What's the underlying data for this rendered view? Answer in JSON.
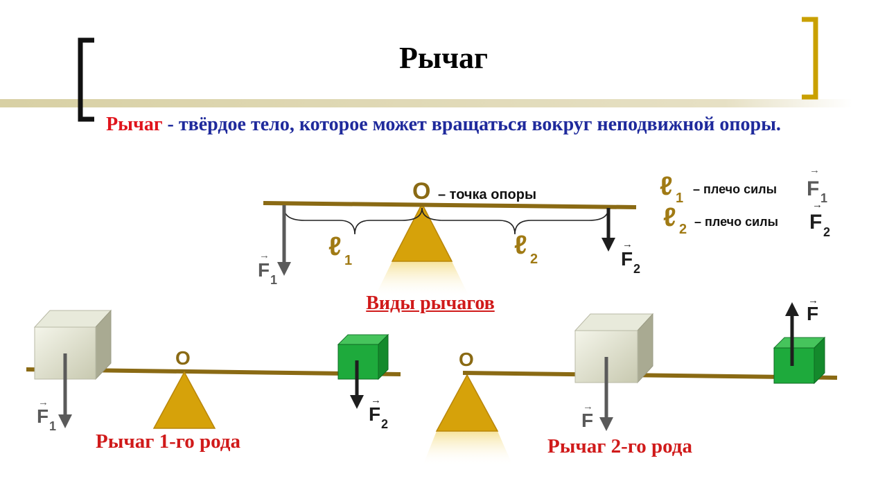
{
  "title": "Рычаг",
  "definition": {
    "term": "Рычаг",
    "text": " - твёрдое тело, которое может вращаться вокруг неподвижной опоры."
  },
  "main_diagram": {
    "pivot_letter": "O",
    "pivot_label": "– точка опоры",
    "arm1": "ℓ",
    "arm1_sub": "1",
    "arm2": "ℓ",
    "arm2_sub": "2",
    "force1": "F",
    "force1_sub": "1",
    "force2": "F",
    "force2_sub": "2"
  },
  "legend": [
    {
      "symbol": "ℓ",
      "sub": "1",
      "text": "– плечо силы",
      "force": "F",
      "force_sub": "1"
    },
    {
      "symbol": "ℓ",
      "sub": "2",
      "text": "– плечо силы",
      "force": "F",
      "force_sub": "2"
    }
  ],
  "subtitle": "Виды рычагов",
  "lever1": {
    "pivot_letter": "O",
    "force1": "F",
    "force1_sub": "1",
    "force2": "F",
    "force2_sub": "2",
    "caption": "Рычаг 1-го рода"
  },
  "lever2": {
    "pivot_letter": "O",
    "force_down": "F",
    "force_up": "F",
    "caption": "Рычаг 2-го рода"
  },
  "colors": {
    "lever": "#8a6a14",
    "fulcrum": "#d6a20a",
    "definition": "#1f2a9c",
    "accent_red": "#d01a1a",
    "arm_label": "#a07a14",
    "force_gray": "#5a5a5a",
    "green_block": "#1eaa3c",
    "bracket_right": "#c9a000"
  }
}
